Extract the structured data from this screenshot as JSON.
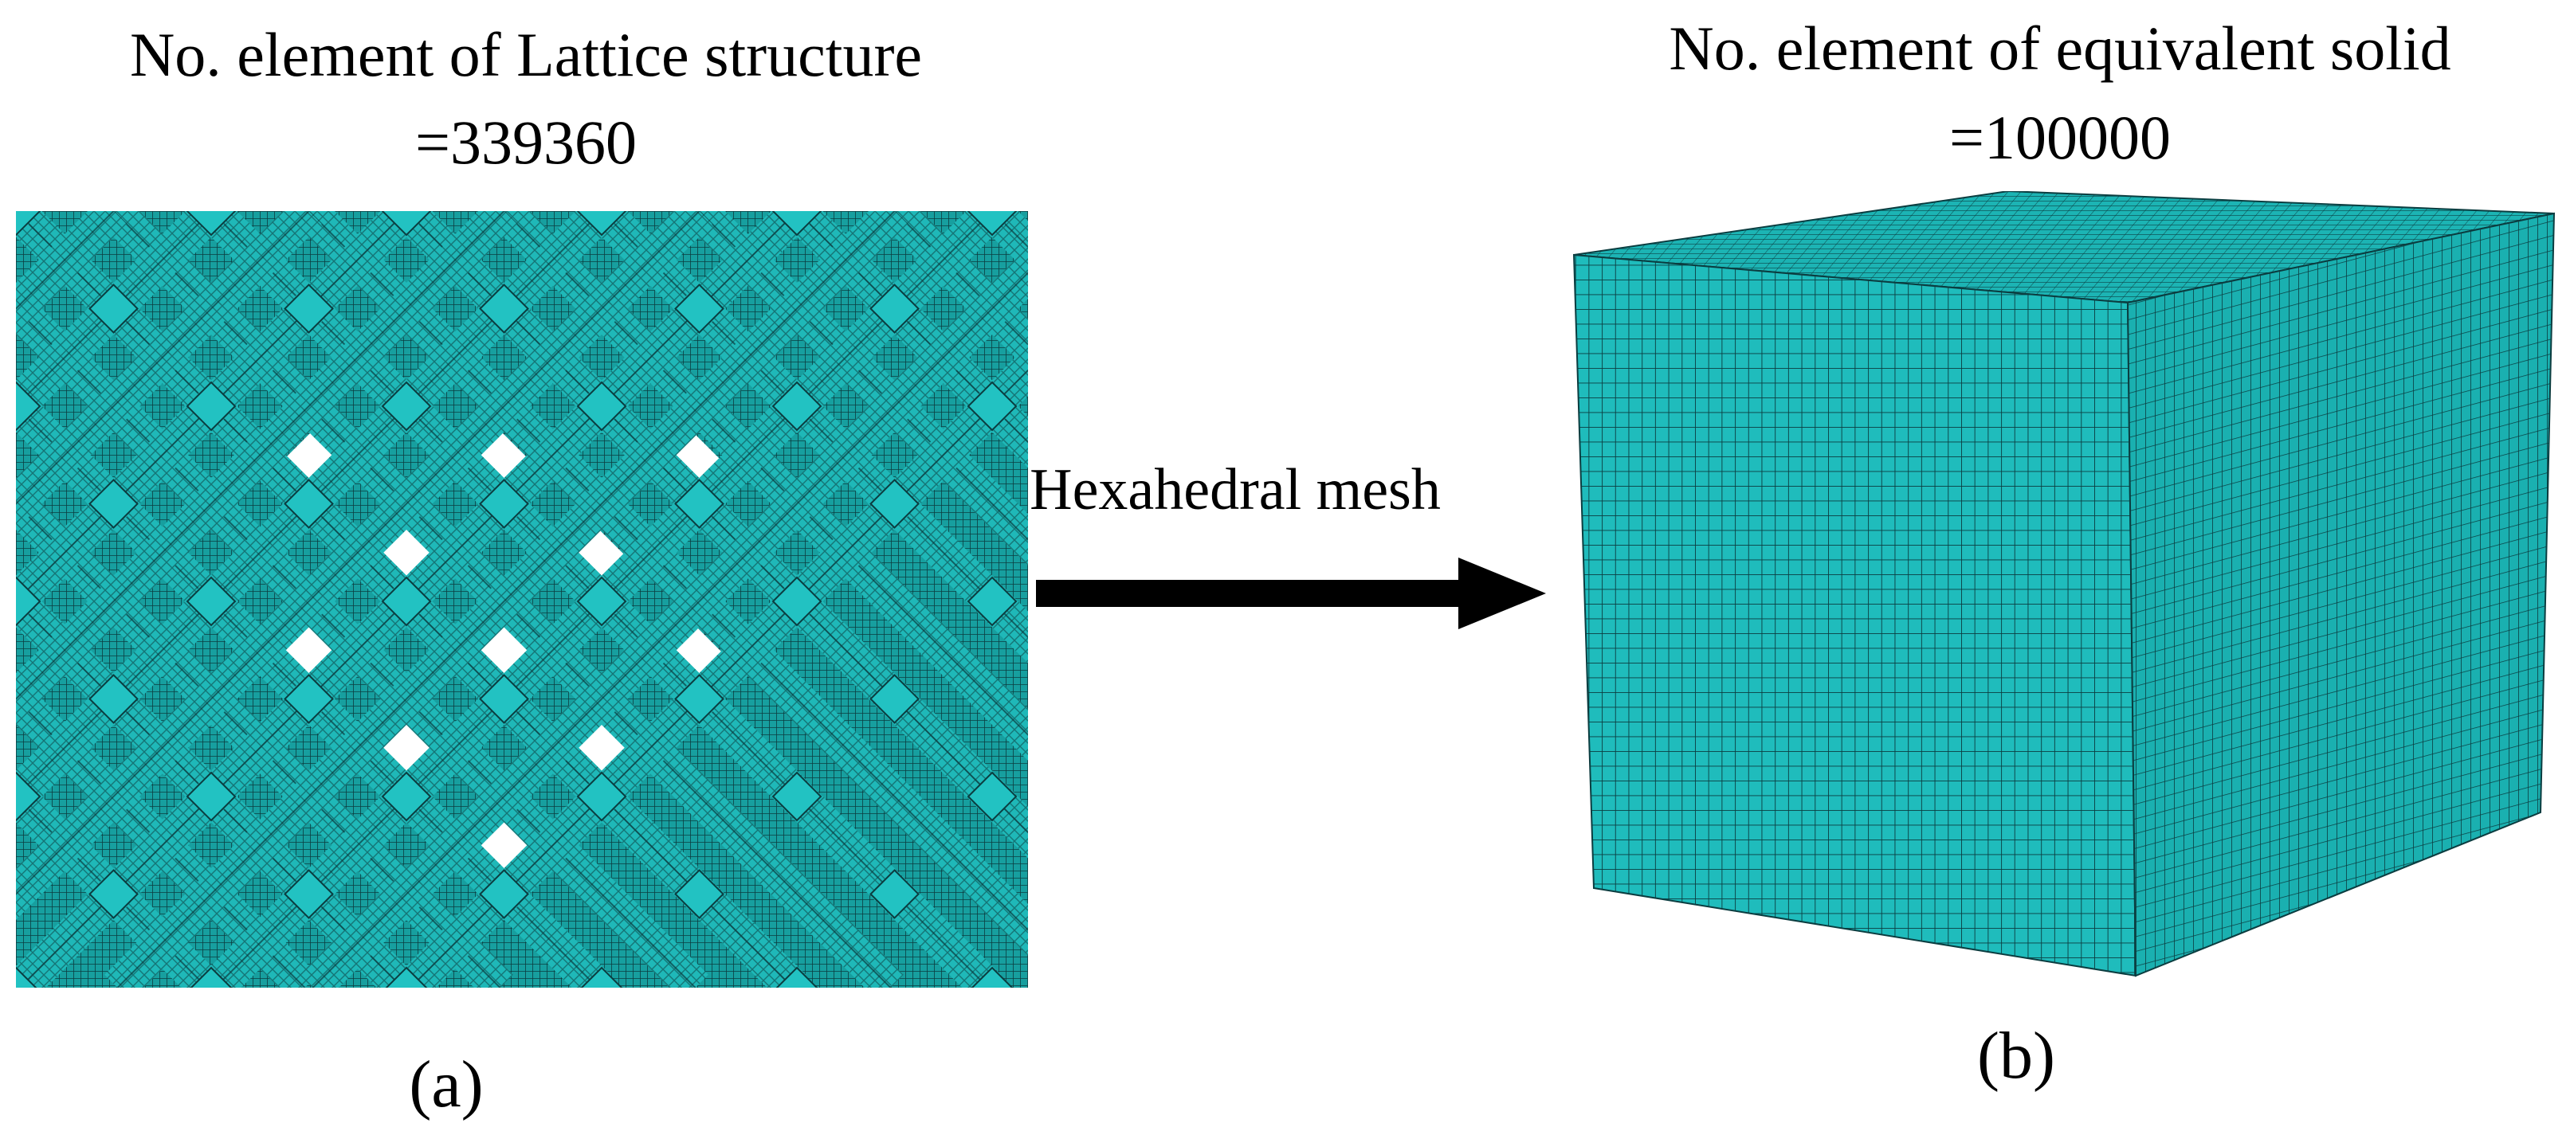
{
  "panel_a": {
    "title": "No. element of Lattice structure",
    "element_count": "=339360",
    "caption": "(a)"
  },
  "panel_b": {
    "title": "No. element of equivalent solid",
    "element_count": "=100000",
    "caption": "(b)"
  },
  "transition": {
    "label": "Hexahedral mesh"
  },
  "colors": {
    "mesh_fill": "#1fb8b8",
    "mesh_fill_dark": "#15999a",
    "mesh_line": "#0b3d40",
    "arrow": "#000000"
  }
}
